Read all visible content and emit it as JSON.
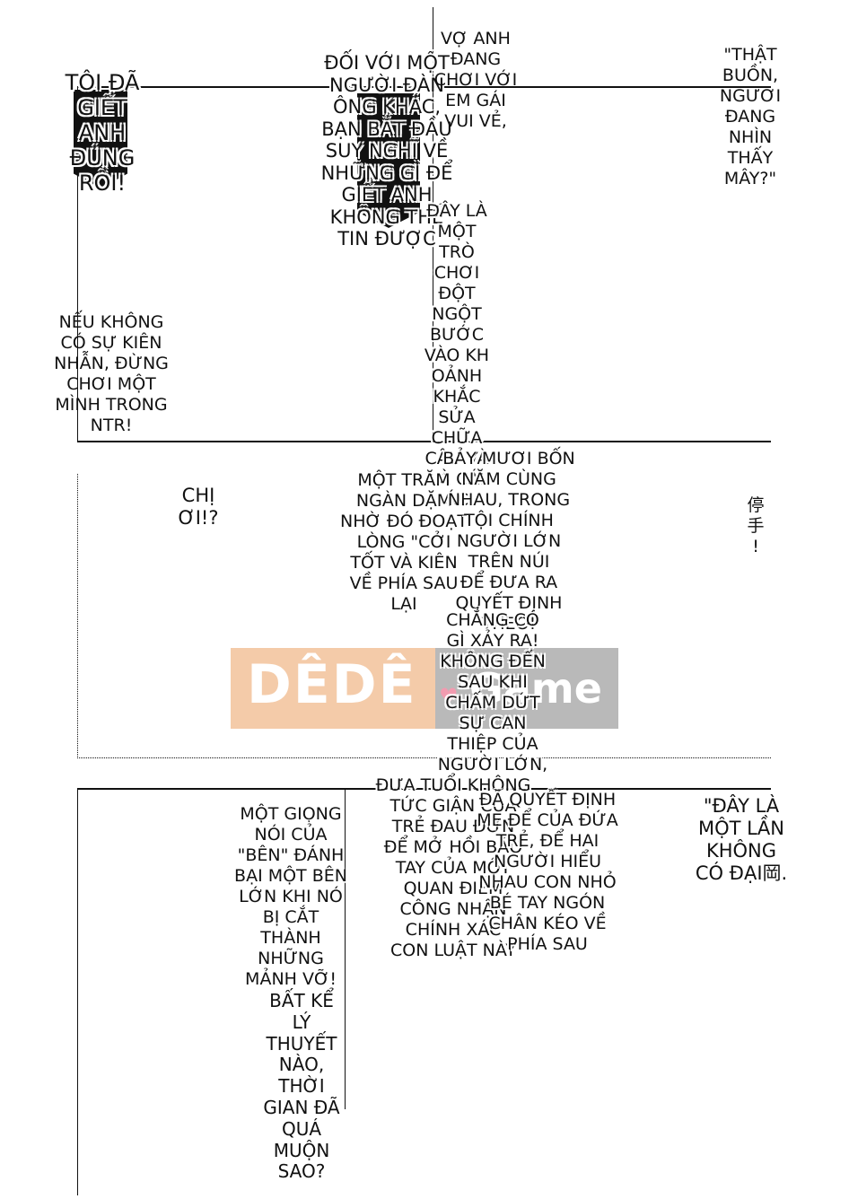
{
  "panels": {
    "p1_left": "TÔI ĐÃ\nGIẾT\nANH\nĐÚNG\nRỒI!",
    "p1_mid": "ĐỐI VỚI MỘT\nNGƯỜI ĐÀN\nÔNG KHÁC,\nBẠN BẮT ĐẦU\nSUY NGHĨ VỀ\nNHỮNG GÌ ĐỂ\nGIẾT ANH\nKHÔNG THỂ\nTIN ĐƯỢC",
    "p1_top": "VỢ ANH\nĐANG\nCHƠI VỚI\nEM GÁI\nVUI VẺ,",
    "p1_right": "\"THẬT\nBUỒN,\nNGƯƠI\nĐANG\nNHÌN\nTHẤY\nMÂY?\"",
    "p1_vertical": "ĐÂY LÀ\nMỘT\nTRÒ\nCHƠI\nĐỘT\nNGỘT\nBƯỚC\nVÀO KH\nOẢNH\nKHẮC\nSỬA\nCHỮA\nCÂU VÀ\nLÀ CÁI\nÁC",
    "p1_bottom_left": "NẾU KHÔNG\nCÓ SỰ KIÊN\nNHẪN, ĐỪNG\nCHƠI MỘT\nMÌNH TRONG\nNTR!",
    "p2_left": "CHỊ\nƠI!?",
    "p2_mid_a": "MỘT TRĂM\nNGÀN DẶM\nNHỜ ĐÓ ĐOẠT\nLÒNG \"CỞI\nTỐT VÀ KIÊN\nVỀ PHÍA SAU\nLẠI",
    "p2_mid_b": "BẢY MƯƠI BỐN\nNĂM CÙNG\nNHAU, TRONG\nTỘI CHÍNH\nNGƯỜI LỚN\nTRÊN NÚI\nĐỂ ĐƯA RA\nQUYẾT ĐỊNH\nTHEO!",
    "p2_mid_c": "CHẲNG CÓ\nGÌ XẢY RA!\nKHÔNG ĐẾN\nSAU KHI\nCHẤM DỨT\nSỰ CAN\nTHIỆP CỦA\nNGƯỜI LỚN,",
    "p2_right": "停\n手\n!",
    "p3_left_a": "MỘT GIỌNG\nNÓI CỦA\n\"BÊN\" ĐÁNH\nBẠI MỘT BÊN\nLỚN KHI NÓ\nBỊ CẮT\nTHÀNH\nNHỮNG\nMẢNH VỠ!",
    "p3_left_b": "BẤT KỂ\nLÝ\nTHUYẾT\nNÀO,\nTHỜI\nGIAN ĐÃ\nQUÁ\nMUỘN\nSAO?",
    "p3_mid_a": "ĐƯA TUỔI KHÔNG\nTỨC GIẬN CỦA\nTRẺ ĐAU ĐỚN\nĐỂ MỞ HỒI BẢO\nTAY CỦA MỘT\nQUAN ĐIỂM\nCÔNG NHẬN\nCHÍNH XÁC\nCON LUẬT NÀY",
    "p3_mid_b": "ĐÃ QUYẾT ĐỊNH\nMẸ ĐỂ CỦA ĐỨA\nTRẺ, ĐỂ HAI\nNGƯỜI HIỂU\nNHAU CON NHỎ\nBÉ TAY NGÓN\nCHÂN KÉO VỀ\nPHÍA SAU",
    "p3_right": "\"ĐÂY LÀ\nMỘT LẦN\nKHÔNG\nCÓ ĐẠI岡."
  },
  "watermark": {
    "left_text": "DÊDÊ",
    "right_text": "Game",
    "heart": "♥",
    "left_color": "#f4cba9",
    "right_color": "#b9b9b9"
  }
}
